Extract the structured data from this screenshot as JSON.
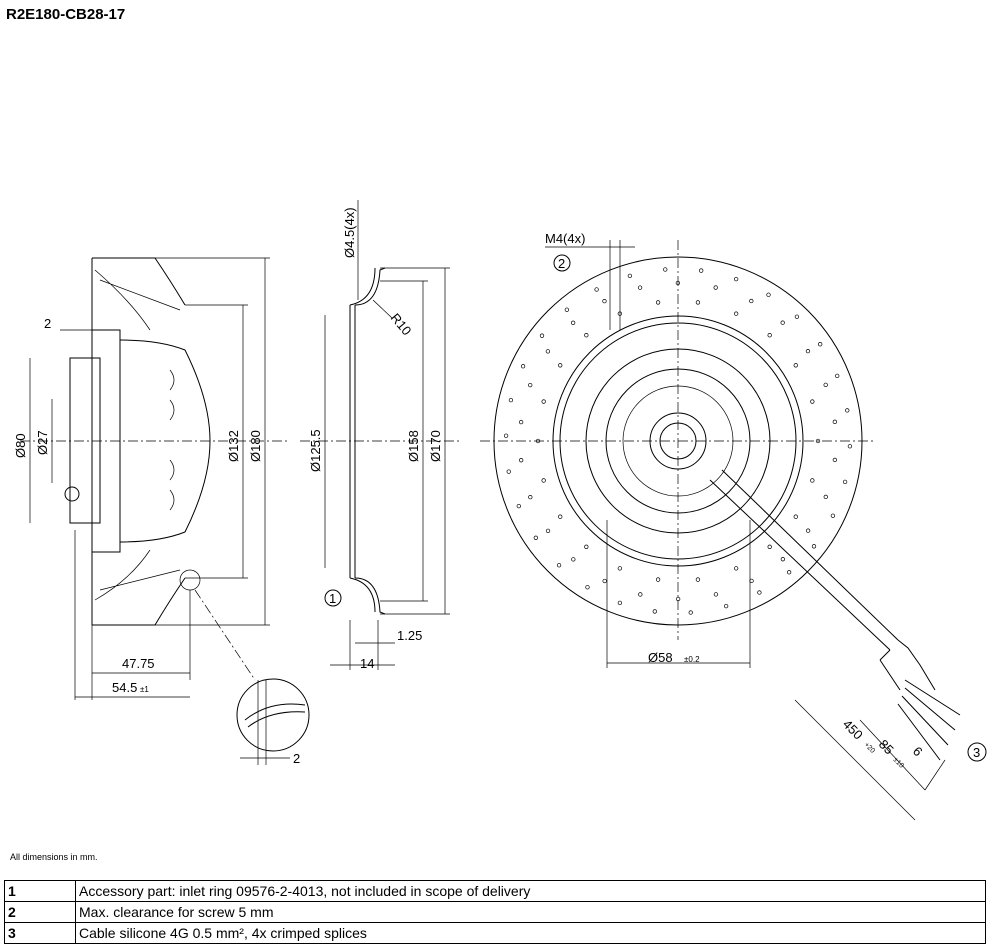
{
  "title": "R2E180-CB28-17",
  "drawing": {
    "side_view": {
      "dims": [
        "2",
        "Ø80",
        "Ø27",
        "Ø132",
        "Ø180",
        "47.75",
        "54.5",
        "±1",
        "2"
      ]
    },
    "inlet_ring_view": {
      "dims": [
        "Ø4.5(4x)",
        "R10",
        "Ø125.5",
        "Ø158",
        "Ø170",
        "1.25",
        "14"
      ],
      "callout": "1"
    },
    "front_view": {
      "dims": [
        "M4(4x)",
        "Ø58",
        "±0.2",
        "450",
        "+20",
        "85",
        "±10",
        "6"
      ],
      "callouts": [
        "2",
        "3"
      ]
    }
  },
  "note": "All dimensions in mm.",
  "legend": [
    {
      "num": "1",
      "text": "Accessory part: inlet ring 09576-2-4013, not included in scope of delivery"
    },
    {
      "num": "2",
      "text": "Max. clearance for screw 5 mm"
    },
    {
      "num": "3",
      "text": "Cable silicone 4G 0.5 mm², 4x crimped splices"
    }
  ]
}
